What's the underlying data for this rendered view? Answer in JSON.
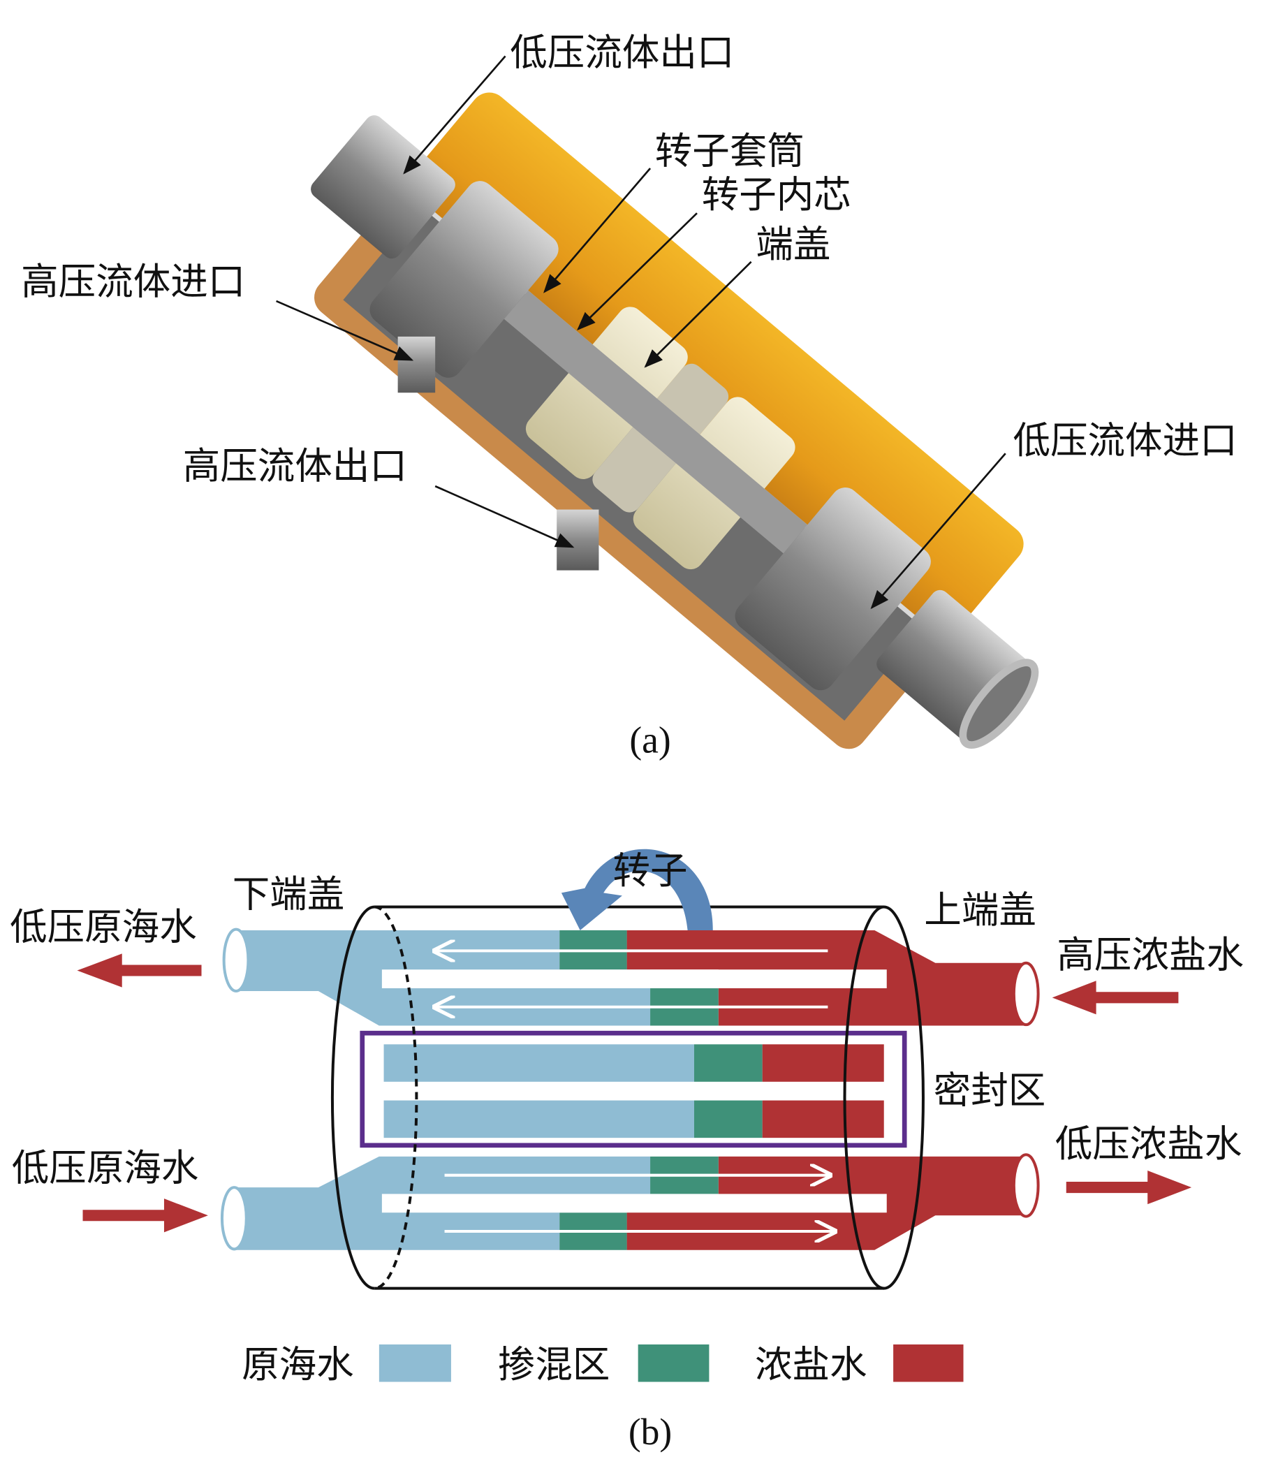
{
  "part_a": {
    "caption": "(a)",
    "labels": {
      "lp_outlet": "低压流体出口",
      "rotor_sleeve": "转子套筒",
      "rotor_core": "转子内芯",
      "end_cap": "端盖",
      "hp_inlet": "高压流体进口",
      "hp_outlet": "高压流体出口",
      "lp_inlet": "低压流体进口"
    }
  },
  "part_b": {
    "caption": "(b)",
    "labels": {
      "rotor": "转子",
      "lower_end_cap": "下端盖",
      "upper_end_cap": "上端盖",
      "lp_seawater_out": "低压原海水",
      "hp_brine_in": "高压浓盐水",
      "seal_zone": "密封区",
      "lp_brine_out": "低压浓盐水",
      "lp_seawater_in": "低压原海水"
    },
    "legend": [
      {
        "label": "原海水",
        "color": "#8fbcd3"
      },
      {
        "label": "掺混区",
        "color": "#3f9179"
      },
      {
        "label": "浓盐水",
        "color": "#b03234"
      }
    ]
  },
  "colors": {
    "seawater": "#8fbcd3",
    "mixing": "#3f9179",
    "brine": "#b03234",
    "seal": "#5b2e8c",
    "rotation": "#5a86b8",
    "shell": "#e9a21c"
  }
}
